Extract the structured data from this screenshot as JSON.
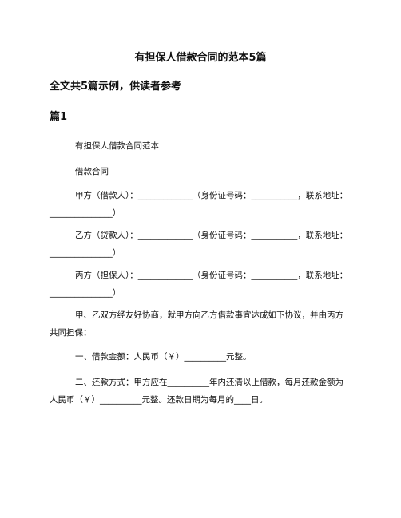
{
  "document": {
    "title": "有担保人借款合同的范本5篇",
    "subtitle": "全文共5篇示例，供读者参考",
    "section_heading": "篇1",
    "paragraphs": [
      "有担保人借款合同范本",
      "借款合同",
      "甲方（借款人）：_____________（身份证号码：___________，联系地址：_______________）",
      "乙方（贷款人）：_____________（身份证号码：___________，联系地址：_______________）",
      "丙方（担保人）：_____________（身份证号码：___________，联系地址：_______________）",
      "甲、乙双方经友好协商，就甲方向乙方借款事宜达成如下协议，并由丙方共同担保：",
      "一、借款金额：人民币（￥）__________元整。",
      "二、还款方式：甲方应在__________年内还清以上借款，每月还款金额为人民币（￥）__________元整。还款日期为每月的____日。"
    ]
  }
}
